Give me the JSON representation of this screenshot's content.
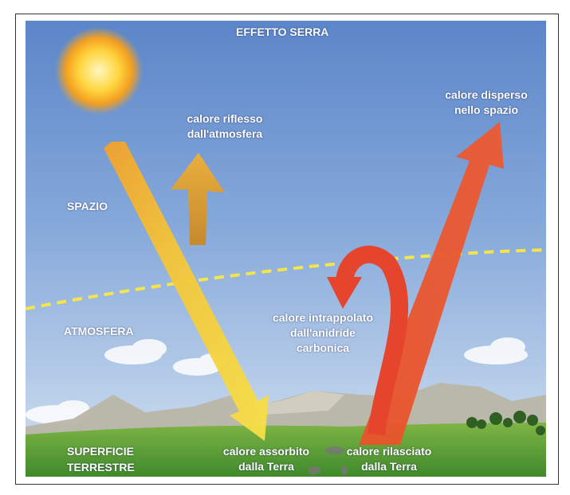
{
  "title": "EFFETTO SERRA",
  "layers": {
    "space": "SPAZIO",
    "atmosphere": "ATMOSFERA",
    "surface_line1": "SUPERFICIE",
    "surface_line2": "TERRESTRE"
  },
  "labels": {
    "reflected_line1": "calore riflesso",
    "reflected_line2": "dall'atmosfera",
    "dispersed_line1": "calore disperso",
    "dispersed_line2": "nello spazio",
    "trapped_line1": "calore intrappolato",
    "trapped_line2": "dall'anidride",
    "trapped_line3": "carbonica",
    "absorbed_line1": "calore assorbito",
    "absorbed_line2": "dalla Terra",
    "released_line1": "calore rilasciato",
    "released_line2": "dalla Terra"
  },
  "colors": {
    "sky_top": "#5f88cc",
    "sky_bottom": "#bcd2ec",
    "ground": "#5f9e36",
    "incoming_arrow": "#f2c12e",
    "reflected_arrow": "#e79a2a",
    "outgoing_arrow": "#e5452c",
    "boundary_line": "#f4e64a"
  },
  "icons": [
    "sun-icon"
  ]
}
